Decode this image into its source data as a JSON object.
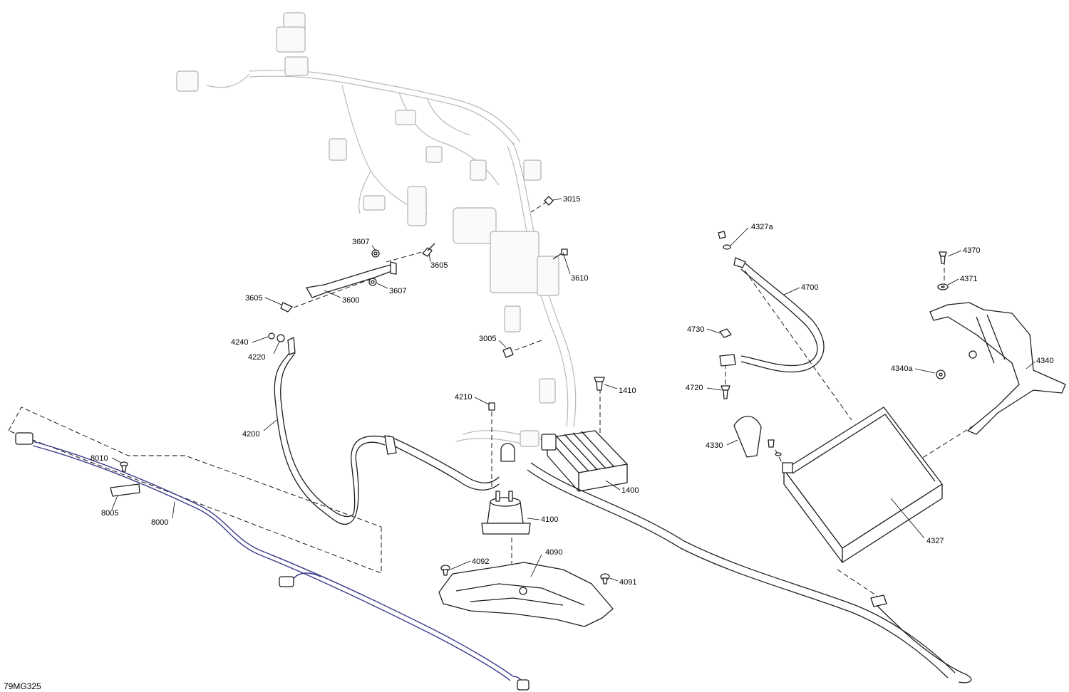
{
  "drawing_ref": "79MG325",
  "callouts": {
    "p3015": "3015",
    "p3607a": "3607",
    "p3605a": "3605",
    "p3610": "3610",
    "p3605b": "3605",
    "p3600": "3600",
    "p3607b": "3607",
    "p4240": "4240",
    "p4220": "4220",
    "p3005": "3005",
    "p1410": "1410",
    "p4210": "4210",
    "p4200": "4200",
    "p8010": "8010",
    "p8005": "8005",
    "p8000": "8000",
    "p1400": "1400",
    "p4100": "4100",
    "p4090": "4090",
    "p4092": "4092",
    "p4091": "4091",
    "p4327a": "4327a",
    "p4700": "4700",
    "p4730": "4730",
    "p4720": "4720",
    "p4330": "4330",
    "p4327": "4327",
    "p4370": "4370",
    "p4371": "4371",
    "p4340a": "4340a",
    "p4340": "4340"
  }
}
